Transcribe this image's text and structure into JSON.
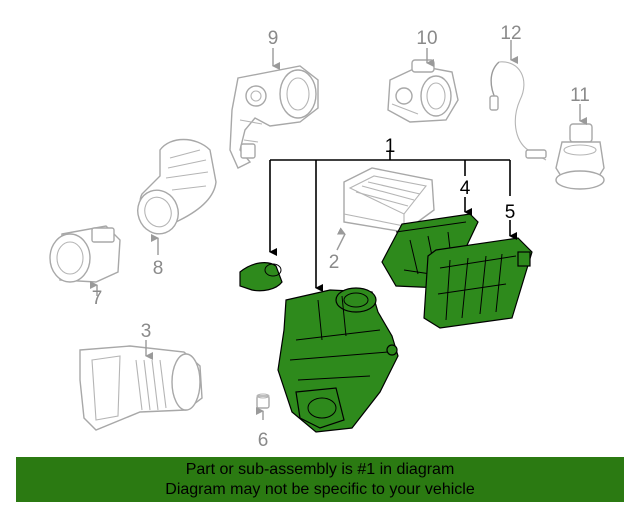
{
  "callouts": {
    "c1": "1",
    "c2": "2",
    "c3": "3",
    "c4": "4",
    "c5": "5",
    "c6": "6",
    "c7": "7",
    "c8": "8",
    "c9": "9",
    "c10": "10",
    "c11": "11",
    "c12": "12"
  },
  "banner": {
    "line1": "Part or sub-assembly is #1 in diagram",
    "line2": "Diagram may not be specific to your vehicle"
  },
  "colors": {
    "highlight_green": "#2e8a1c",
    "banner_green": "#2b7a12",
    "gray_part": "#a8a8a8"
  }
}
